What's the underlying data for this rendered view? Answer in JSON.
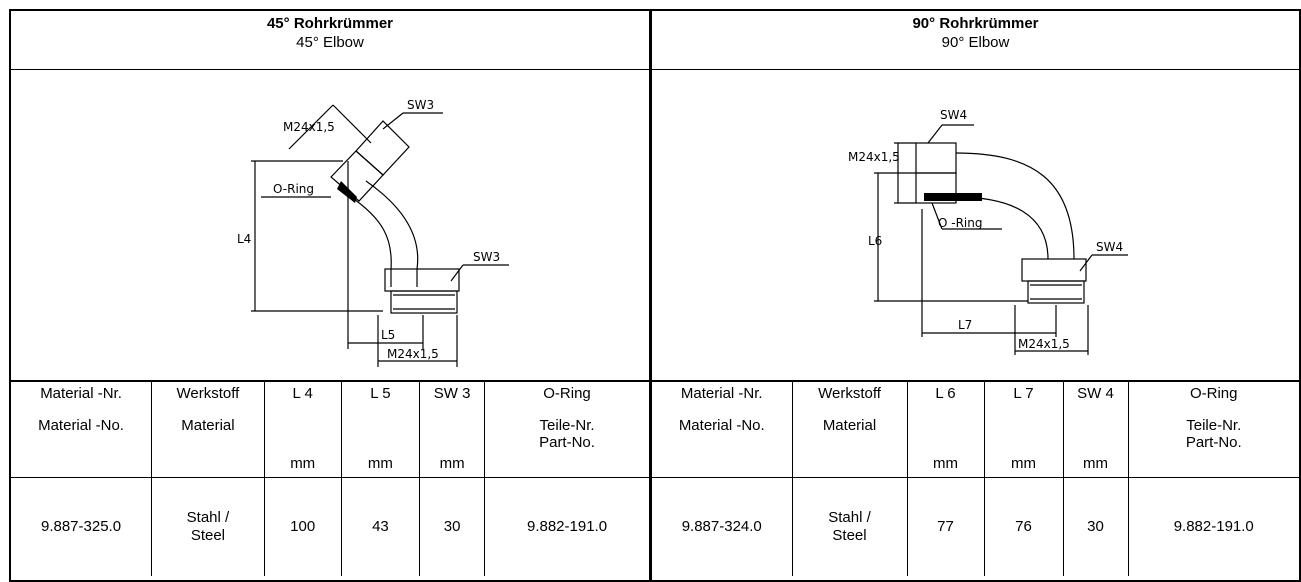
{
  "left": {
    "title_de": "45° Rohrkrümmer",
    "title_en": "45° Elbow",
    "drawing_labels": {
      "thread_top": "M24x1,5",
      "sw_top": "SW3",
      "oring": "O-Ring",
      "l_height": "L4",
      "sw_bottom": "SW3",
      "l_width": "L5",
      "thread_bottom": "M24x1,5"
    },
    "headers": [
      "Material -Nr.",
      "Werkstoff",
      "L 4",
      "L 5",
      "SW 3",
      "O-Ring"
    ],
    "subheaders": [
      "Material -No.",
      "Material",
      "",
      "",
      "",
      "Teile-Nr."
    ],
    "subheaders2": [
      "",
      "",
      "",
      "",
      "",
      "Part-No."
    ],
    "units": [
      "",
      "",
      "mm",
      "mm",
      "mm",
      ""
    ],
    "values": [
      "9.887-325.0",
      "Stahl /",
      "100",
      "43",
      "30",
      "9.882-191.0"
    ],
    "values2": [
      "",
      "Steel",
      "",
      "",
      "",
      ""
    ]
  },
  "right": {
    "title_de": "90° Rohrkrümmer",
    "title_en": "90° Elbow",
    "drawing_labels": {
      "sw_top": "SW4",
      "thread_top": "M24x1,5",
      "oring": "O -Ring",
      "l_height": "L6",
      "sw_bottom": "SW4",
      "l_width": "L7",
      "thread_bottom": "M24x1,5"
    },
    "headers": [
      "Material -Nr.",
      "Werkstoff",
      "L 6",
      "L 7",
      "SW 4",
      "O-Ring"
    ],
    "subheaders": [
      "Material -No.",
      "Material",
      "",
      "",
      "",
      "Teile-Nr."
    ],
    "subheaders2": [
      "",
      "",
      "",
      "",
      "",
      "Part-No."
    ],
    "units": [
      "",
      "",
      "mm",
      "mm",
      "mm",
      ""
    ],
    "values": [
      "9.887-324.0",
      "Stahl /",
      "77",
      "76",
      "30",
      "9.882-191.0"
    ],
    "values2": [
      "",
      "Steel",
      "",
      "",
      "",
      ""
    ]
  }
}
